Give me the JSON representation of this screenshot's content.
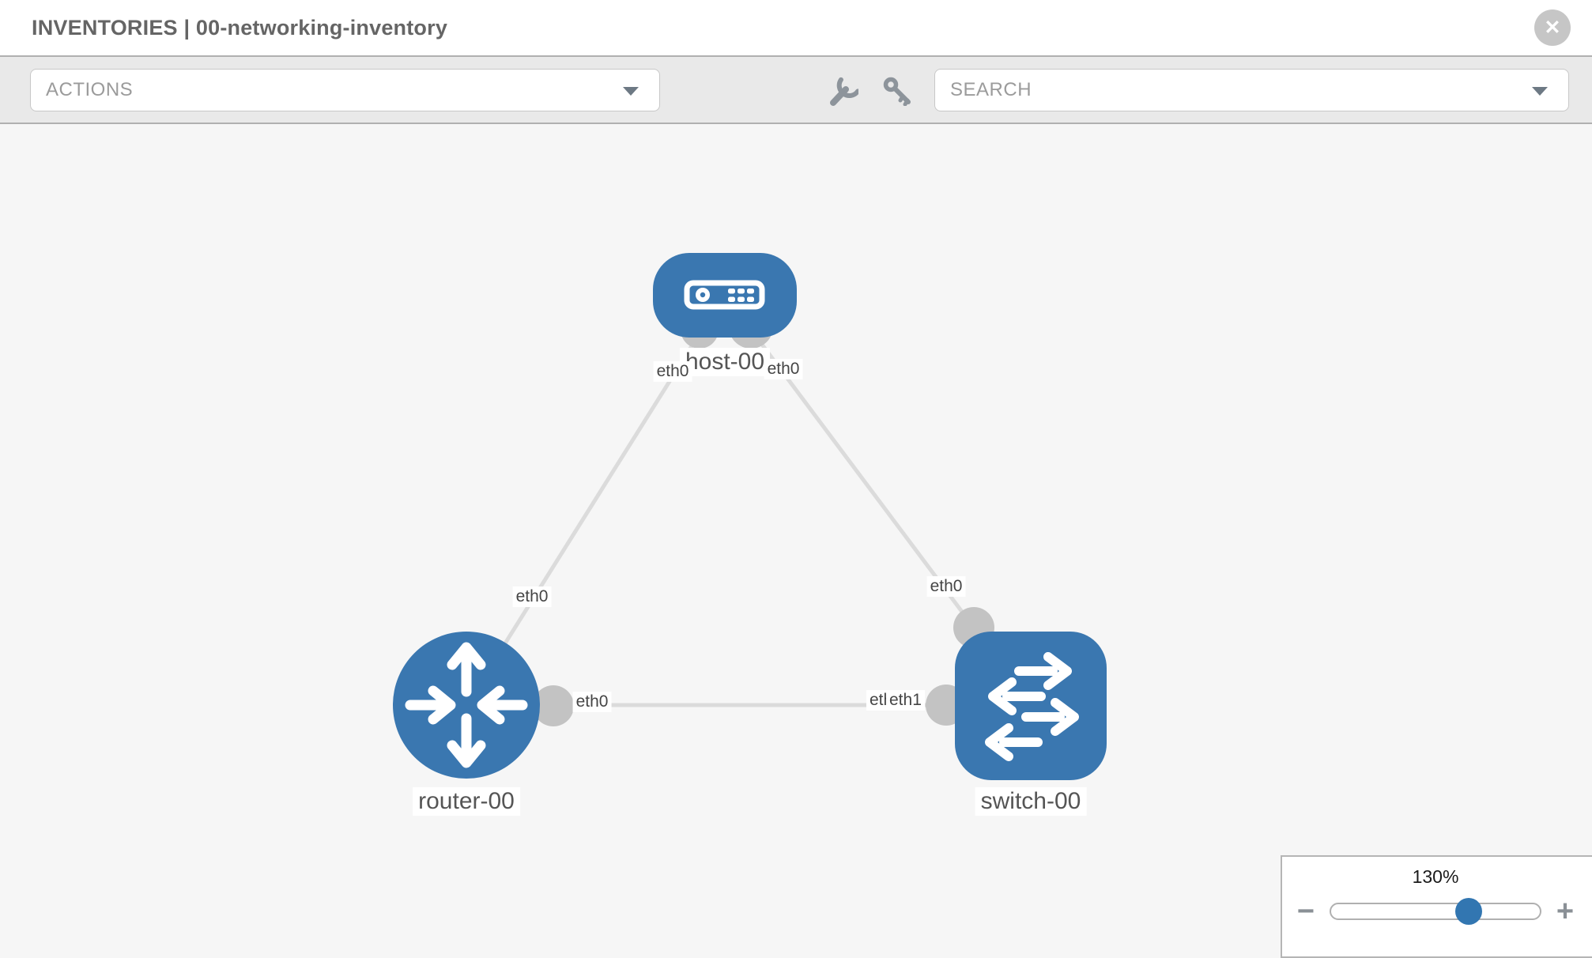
{
  "header": {
    "title": "INVENTORIES | 00-networking-inventory",
    "close": "✕"
  },
  "toolbar": {
    "actions": "ACTIONS",
    "search": "SEARCH"
  },
  "topology": {
    "nodes": [
      {
        "id": "host-00",
        "type": "host",
        "label": "host-00"
      },
      {
        "id": "router-00",
        "type": "router",
        "label": "router-00"
      },
      {
        "id": "switch-00",
        "type": "switch",
        "label": "switch-00"
      }
    ],
    "links": [
      {
        "from": "router-00",
        "to": "host-00",
        "from_interface": "eth0",
        "to_interface": "eth0"
      },
      {
        "from": "host-00",
        "to": "switch-00",
        "from_interface": "eth0",
        "to_interface": "eth0"
      },
      {
        "from": "router-00",
        "to": "switch-00",
        "from_interface": "eth0",
        "to_interface": "eth1"
      }
    ],
    "labels": {
      "host": "host-00",
      "router": "router-00",
      "switch": "switch-00",
      "eth_host_left": "eth0",
      "eth_host_right": "eth0",
      "eth_router_top": "eth0",
      "eth_mid_router": "eth0",
      "eth_mid_switch_back": "eth0",
      "eth_mid_switch": "eth1",
      "eth_switch_top": "eth0"
    }
  },
  "zoom": {
    "level": "130%",
    "minus": "−",
    "plus": "+"
  },
  "colors": {
    "node_blue": "#3a77b0",
    "connector_gray": "#c3c3c3",
    "link_gray": "#dbdbdb",
    "accent_blue": "#3276b1",
    "toolbar_gray": "#e9e9e9",
    "title_gray": "#656565"
  }
}
